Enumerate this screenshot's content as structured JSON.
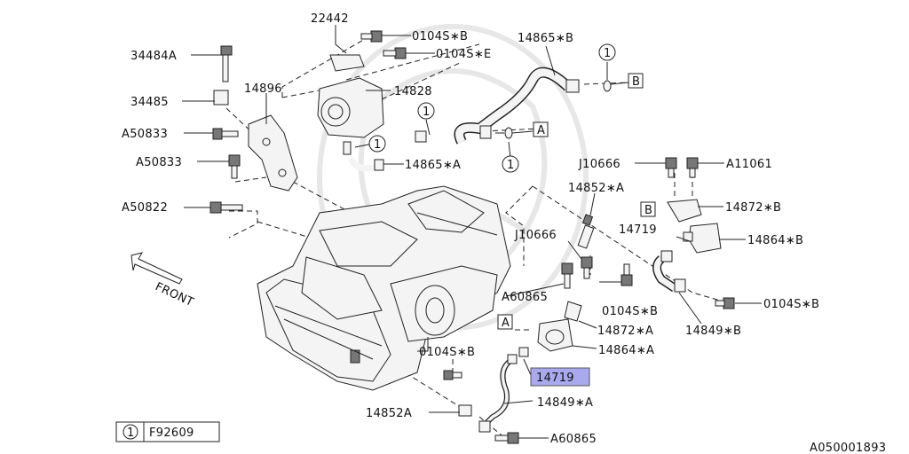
{
  "diagram": {
    "labels": {
      "p22442": "22442",
      "p0104sb_top": "0104S∗B",
      "p0104se": "0104S∗E",
      "p14865b": "14865∗B",
      "p34484a": "34484A",
      "p14896": "14896",
      "p14828": "14828",
      "p34485": "34485",
      "pA50833_1": "A50833",
      "pA50833_2": "A50833",
      "p14865a": "14865∗A",
      "pJ10666_top": "J10666",
      "pA11061": "A11061",
      "p14852a_top": "14852∗A",
      "pA50822": "A50822",
      "p14872b": "14872∗B",
      "p14719_top": "14719",
      "pJ10666_mid": "J10666",
      "p14864b": "14864∗B",
      "front": "FRONT",
      "pA60865_mid": "A60865",
      "p0104sb_mid": "0104S∗B",
      "p0104sb_right": "0104S∗B",
      "p14872a": "14872∗A",
      "p14849b": "14849∗B",
      "p14864a": "14864∗A",
      "p0104sb_low": "0104S∗B",
      "p14719_hl": "14719",
      "p14849a": "14849∗A",
      "p14852a_low": "14852A",
      "pA60865_low": "A60865",
      "ref_A_left": "A",
      "ref_A_right": "A",
      "ref_B_top": "B",
      "ref_B_right": "B",
      "circle_1": "1"
    },
    "legend": {
      "symbol": "1",
      "code": "F92609"
    },
    "figure_id": "A050001893",
    "highlight_color": "#a9a9ee"
  }
}
